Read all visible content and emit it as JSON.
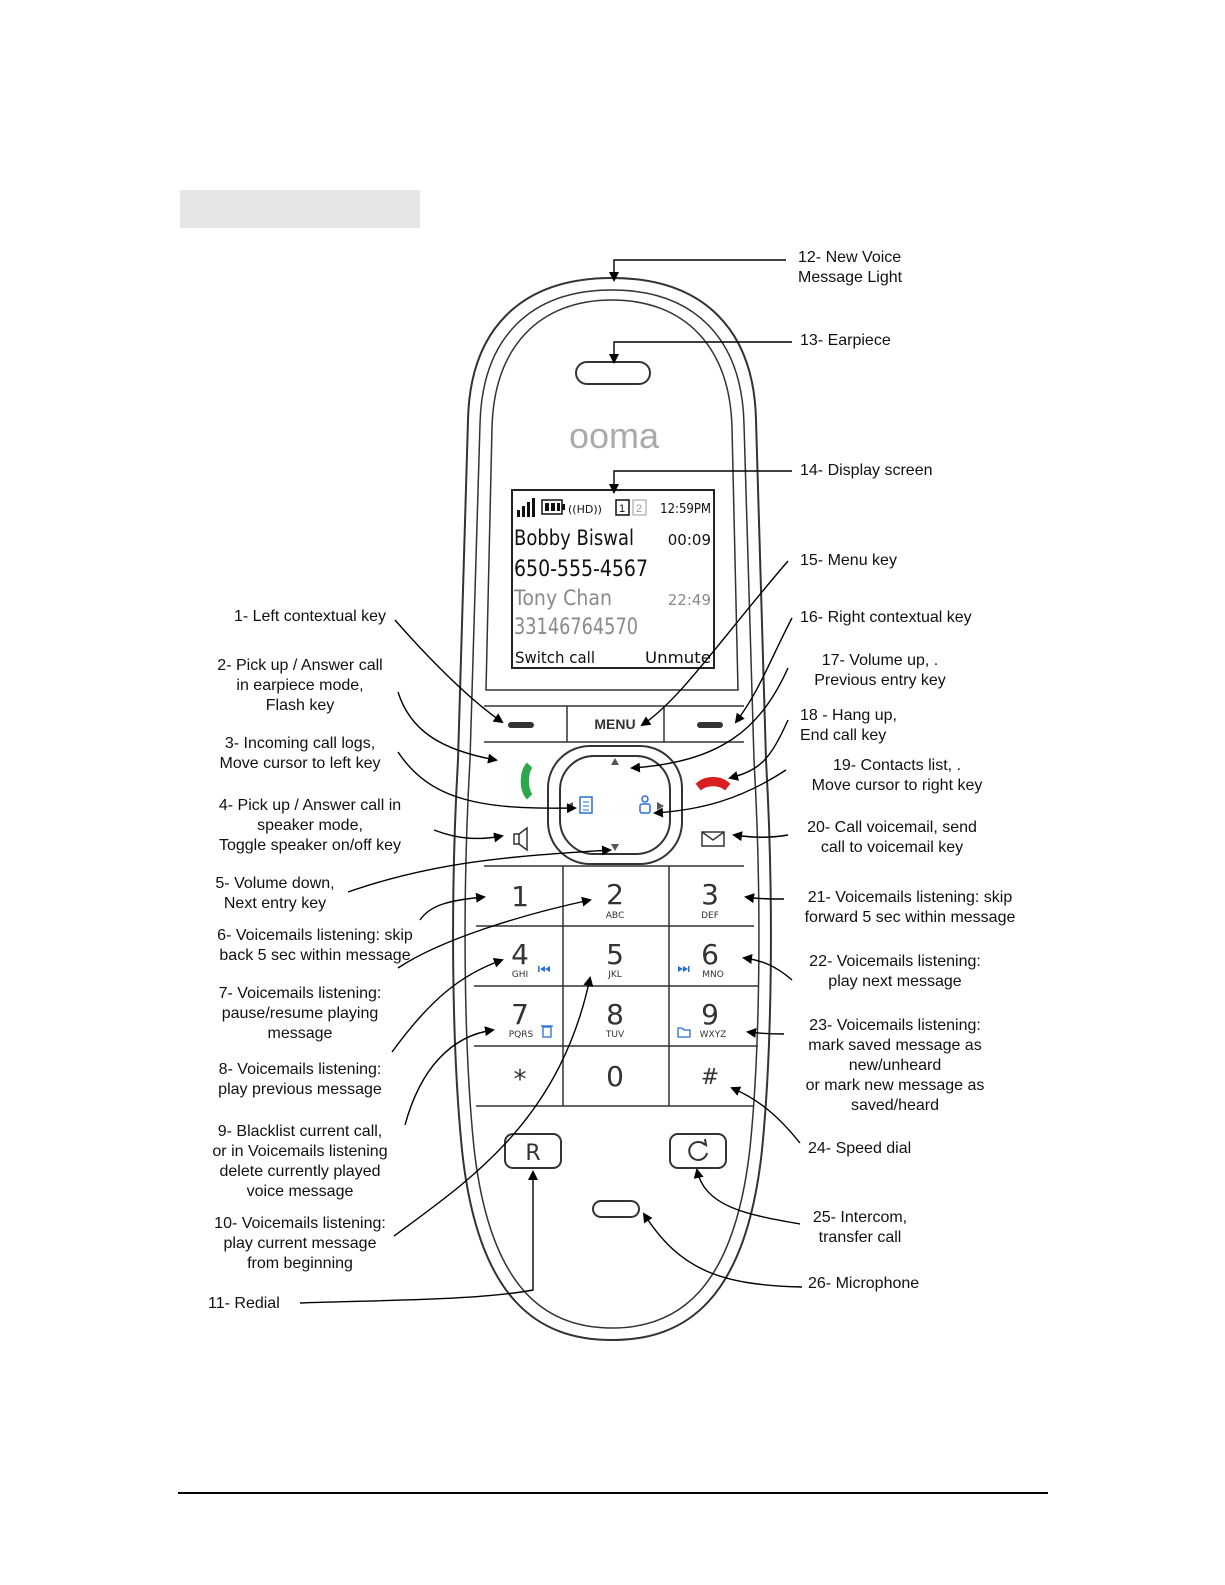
{
  "brand": {
    "logo_text": "ooma"
  },
  "screen": {
    "status_hd": "((HD))",
    "line1": "1",
    "line2": "2",
    "time": "12:59PM",
    "active_name": "Bobby Biswal",
    "active_duration": "00:09",
    "active_number": "650-555-4567",
    "held_name": "Tony Chan",
    "held_duration": "22:49",
    "held_number": "33146764570",
    "softkey_left": "Switch call",
    "softkey_right": "Unmute"
  },
  "keys": {
    "menu": "MENU",
    "k1": "1",
    "k2": "2",
    "k2_sub": "ABC",
    "k3": "3",
    "k3_sub": "DEF",
    "k4": "4",
    "k4_sub": "GHI",
    "k5": "5",
    "k5_sub": "JKL",
    "k6": "6",
    "k6_sub": "MNO",
    "k7": "7",
    "k7_sub": "PQRS",
    "k8": "8",
    "k8_sub": "TUV",
    "k9": "9",
    "k9_sub": "WXYZ",
    "star": "*",
    "k0": "0",
    "hash": "#",
    "redial": "R"
  },
  "callouts": {
    "c1": "1- Left contextual key",
    "c2": "2- Pick up / Answer call\nin earpiece mode,\nFlash key",
    "c3": "3- Incoming call logs,\nMove cursor to left key",
    "c4": "4- Pick up / Answer call in\nspeaker mode,\nToggle speaker on/off key",
    "c5": "5- Volume down,\nNext entry key",
    "c6": "6- Voicemails listening: skip\nback 5 sec within message",
    "c7": "7- Voicemails listening:\npause/resume playing\nmessage",
    "c8": "8- Voicemails listening:\nplay previous message",
    "c9": "9- Blacklist current call,\nor in Voicemails listening\ndelete currently played\nvoice message",
    "c10": "10- Voicemails listening:\nplay current message\nfrom beginning",
    "c11": "11- Redial",
    "c12": "12- New Voice\nMessage Light",
    "c13": "13- Earpiece",
    "c14": "14- Display screen",
    "c15": "15- Menu key",
    "c16": "16- Right contextual key",
    "c17": "17- Volume up,       .\nPrevious entry key",
    "c18": "18 - Hang up,\nEnd call key",
    "c19": "19- Contacts list,       .\nMove cursor to right key",
    "c20": "20- Call voicemail, send\ncall to voicemail key",
    "c21": "21- Voicemails listening: skip\nforward 5 sec within message",
    "c22": "22- Voicemails listening:\nplay next message",
    "c23": "23- Voicemails listening:\nmark saved message as\nnew/unheard\nor mark new message as\nsaved/heard",
    "c24": "24- Speed dial",
    "c25": "25- Intercom,\ntransfer call",
    "c26": "26- Microphone"
  },
  "colors": {
    "answer_green": "#2aa84a",
    "hangup_red": "#d81e1e",
    "body_line": "#333333",
    "screen_grey": "#8a8a8a"
  }
}
